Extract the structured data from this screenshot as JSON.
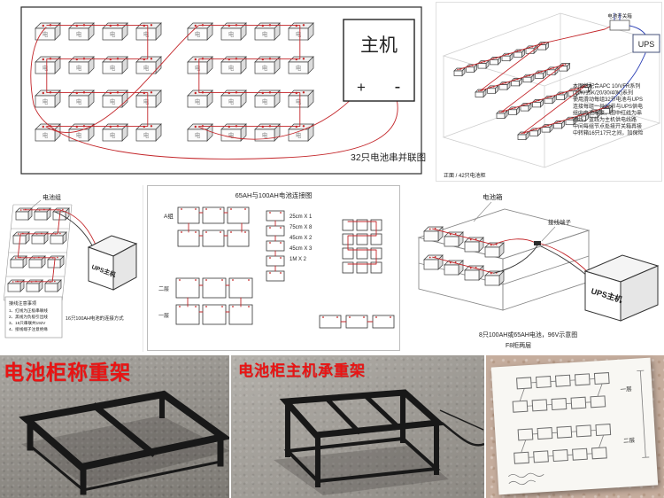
{
  "panels": {
    "parallel32": {
      "host_label": "主机",
      "plus": "+",
      "minus": "-",
      "caption": "32只电池串并联图",
      "battery_glyph": "电"
    },
    "ups_system": {
      "switch_box_label": "电池开关箱",
      "ups_label": "UPS",
      "notes": [
        "本图纸配合APC 10/VFR系列",
        "(10K/15K/20/30/40K)系列",
        "使用滑动每组32节电池与UPS",
        "连接每组一共32节与UPS供电",
        "组内电池串联，图中红线为串",
        "联线，蓝线为主机供电线路",
        "中间每组节点处接开关箱再接",
        "中转箱16只17只之间，加保险"
      ],
      "caption": "正面 / 42只电池柜"
    },
    "cabinet16": {
      "group_label": "电池组",
      "ups_label": "UPS主机",
      "legend_title": "接线注意事项",
      "legend_lines": [
        "1、红线为正极串联线",
        "2、黑线为负极引出线",
        "3、16只串联共192V",
        "4、接线端子注意绝缘"
      ],
      "caption": "16只100AH电池的连接方式"
    },
    "connection65": {
      "title": "65AH与100AH电池连接图",
      "group_a_label": "A组",
      "layer2_label": "二层",
      "layer1_label": "一层",
      "dims": [
        "25cm X 1",
        "75cm X 8",
        "45cm X 2",
        "45cm X 3",
        "1M X 2"
      ]
    },
    "box96": {
      "box_label": "电池箱",
      "terminal_label": "接线端子",
      "ups_label": "UPS主机",
      "caption_line1": "8只100AH或65AH电池，96V示意图",
      "caption_line2": "F8柜两层"
    },
    "photo_weigh": {
      "label": "电池柜称重架"
    },
    "photo_host": {
      "label": "电池柜主机承重架"
    },
    "photo_sketch": {
      "layer1_label": "一层",
      "layer2_label": "二层"
    }
  }
}
